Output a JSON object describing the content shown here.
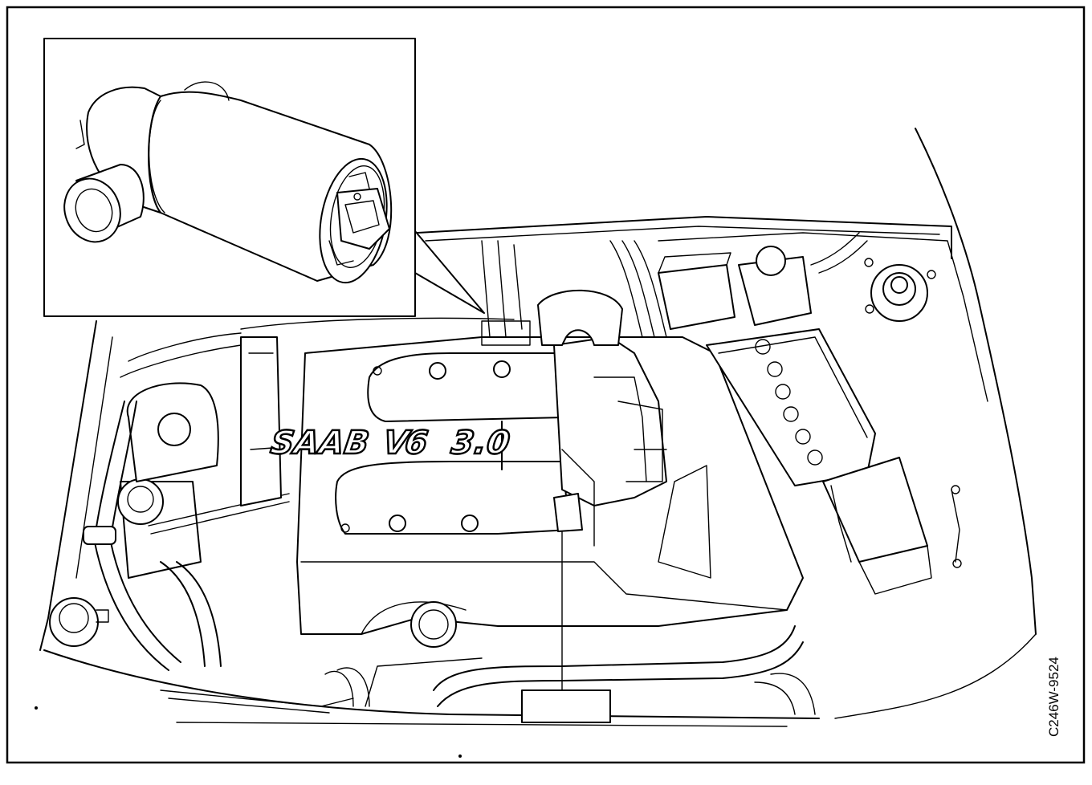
{
  "figure": {
    "reference_code": "C246W-9524"
  },
  "engine_cover": {
    "brand_text": "SAAB",
    "engine_text": "V6",
    "displacement_text": "3.0"
  },
  "colors": {
    "line": "#000000",
    "background": "#ffffff"
  },
  "icons": {
    "inset_component": "idle-air-control-valve-icon"
  }
}
